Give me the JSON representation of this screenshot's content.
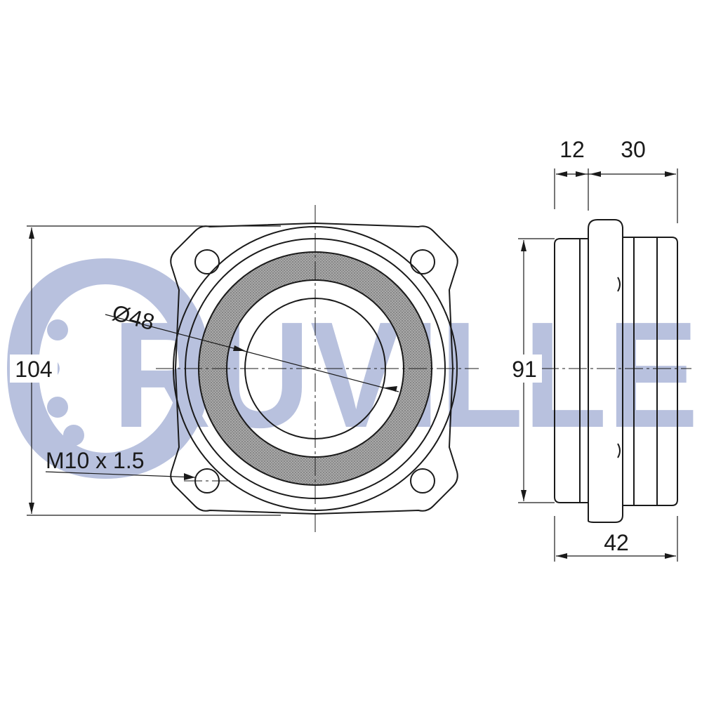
{
  "watermark": {
    "text": "RUVILLE",
    "color": "#b8c1de"
  },
  "front_view": {
    "height_label": "104",
    "diameter_label": "Ø48",
    "thread_label": "M10 x 1.5"
  },
  "side_view": {
    "diameter_label": "91",
    "flange_width_label": "12",
    "hub_width_label": "30",
    "total_width_label": "42"
  },
  "colors": {
    "line": "#1a1a1a",
    "seal_fill": "#8f8f8f"
  }
}
